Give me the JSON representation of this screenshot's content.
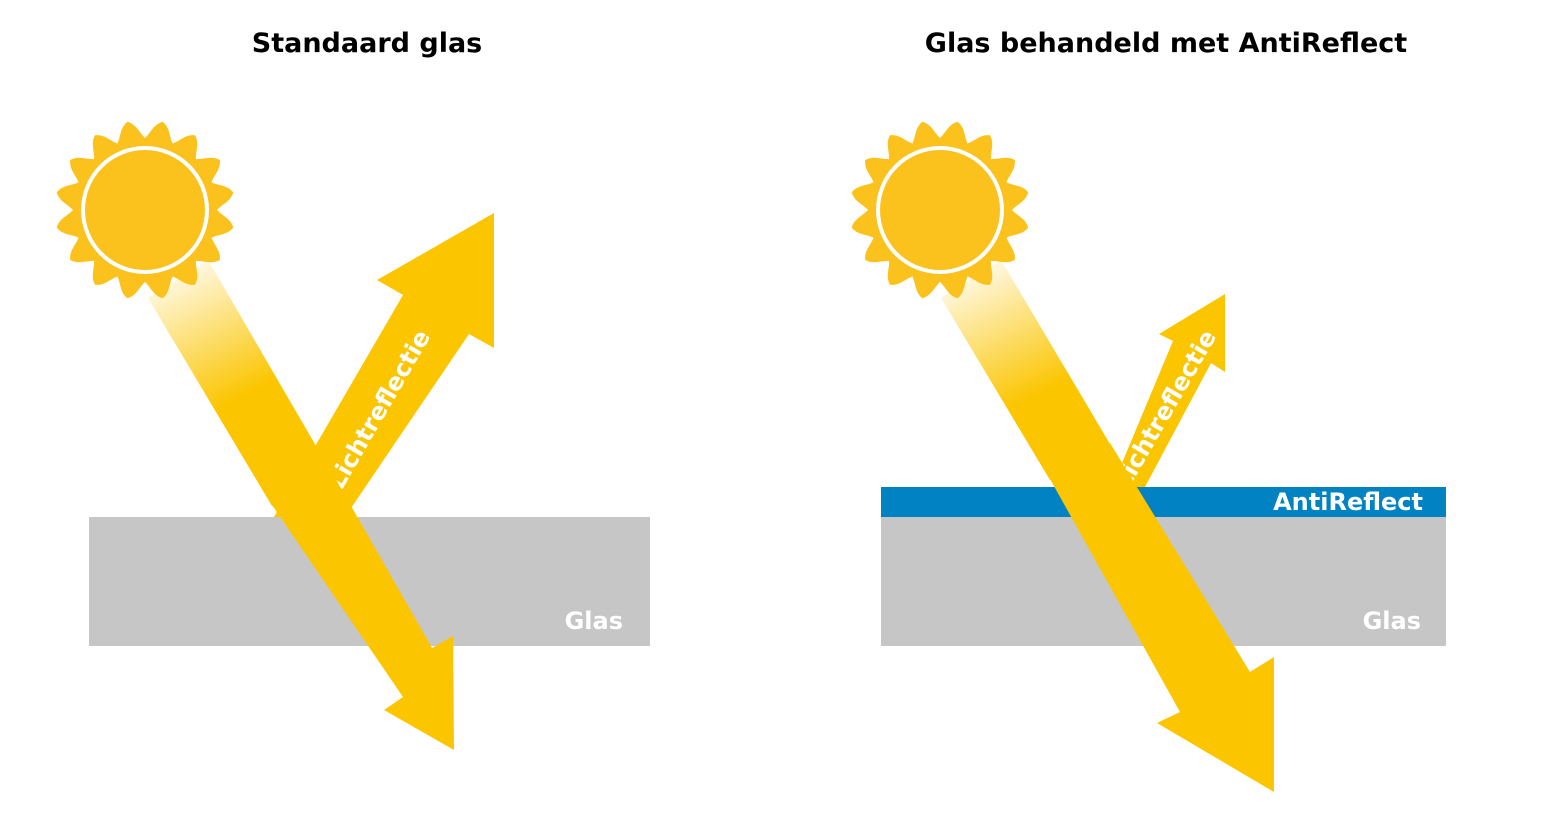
{
  "colors": {
    "sun": "#fbc21e",
    "beam": "#fbc500",
    "glass": "#c6c6c6",
    "coating": "#0082c3",
    "label_text": "#ffffff",
    "title_text": "#000000"
  },
  "panels": [
    {
      "title": "Standaard glas",
      "glass_label": "Glas",
      "reflection_label": "Lichtreflectie",
      "has_coating": false
    },
    {
      "title": "Glas behandeld met AntiReflect",
      "glass_label": "Glas",
      "reflection_label": "Lichtreflectie",
      "coating_label": "AntiReflect",
      "has_coating": true
    }
  ]
}
